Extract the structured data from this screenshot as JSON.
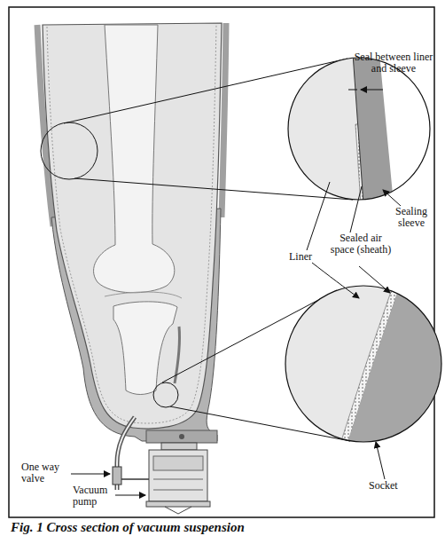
{
  "diagram": {
    "caption": "Fig. 1 Cross section of vacuum suspension",
    "labels": [
      "Seal between liner and sleeve",
      "Sealing sleeve",
      "Liner",
      "Sealed air space (sheath)",
      "One way valve",
      "Vacuum pump",
      "Socket"
    ]
  }
}
